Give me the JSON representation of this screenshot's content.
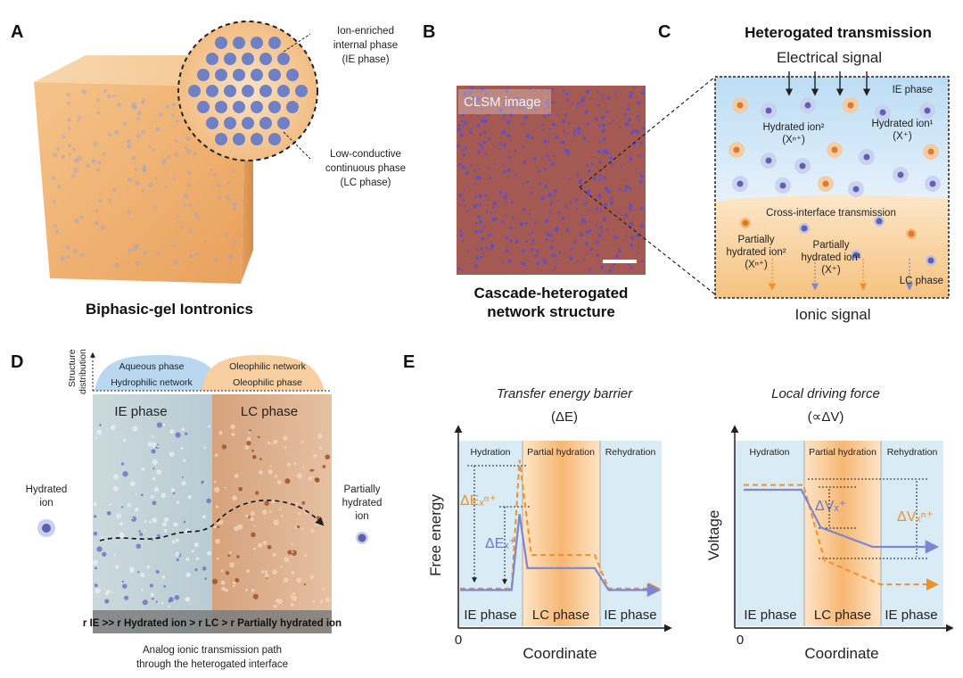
{
  "panelA": {
    "label": "A",
    "callout_ie_1": "Ion-enriched",
    "callout_ie_2": "internal phase",
    "callout_ie_3": "(IE phase)",
    "callout_lc_1": "Low-conductive",
    "callout_lc_2": "continuous phase",
    "callout_lc_3": "(LC phase)",
    "caption": "Biphasic-gel Iontronics"
  },
  "panelB": {
    "label": "B",
    "image_tag": "CLSM image",
    "caption_1": "Cascade-heterogated",
    "caption_2": "network structure"
  },
  "panelC": {
    "label": "C",
    "title": "Heterogated transmission",
    "top_signal": "Electrical signal",
    "bottom_signal": "Ionic signal",
    "ie_phase": "IE phase",
    "lc_phase": "LC phase",
    "hydrated_ion2": "Hydrated ion²",
    "hydrated_ion2_formula": "(Xⁿ⁺)",
    "hydrated_ion1": "Hydrated ion¹",
    "hydrated_ion1_formula": "(X⁺)",
    "cross": "Cross-interface transmission",
    "partial_ion2_a": "Partially",
    "partial_ion2_b": "hydrated ion²",
    "partial_ion2_formula": "(Xⁿ⁺)",
    "partial_ion1_a": "Partially",
    "partial_ion1_b": "hydrated ion¹",
    "partial_ion1_formula": "(X⁺)"
  },
  "panelD": {
    "label": "D",
    "structure_axis_1": "Structure",
    "structure_axis_2": "distribution",
    "aqueous": "Aqueous phase",
    "hydrophilic": "Hydrophilic network",
    "oleophilic_net": "Oleophilic network",
    "oleophilic_phase": "Oleophilic phase",
    "ie_phase": "IE phase",
    "lc_phase": "LC phase",
    "left_ion_1": "Hydrated",
    "left_ion_2": "ion",
    "right_ion_1": "Partially",
    "right_ion_2": "hydrated",
    "right_ion_3": "ion",
    "formula": "r IE >> r Hydrated ion > r LC > r Partially hydrated ion",
    "caption_1": "Analog ionic transmission path",
    "caption_2": "through the heterogated interface"
  },
  "panelE": {
    "label": "E",
    "left_title_1": "Transfer energy barrier",
    "left_title_2": "(ΔE)",
    "right_title_1": "Local driving force",
    "right_title_2": "(∝ΔV)",
    "region_hydration": "Hydration",
    "region_partial": "Partial hydration",
    "region_rehydration": "Rehydration",
    "phase_ie": "IE phase",
    "phase_lc": "LC phase",
    "origin": "0",
    "xlabel": "Coordinate",
    "ylabel_left": "Free energy",
    "ylabel_right": "Voltage",
    "dE_xn": "ΔEₓⁿ⁺",
    "dE_x": "ΔEₓ⁺",
    "dV_x": "ΔVₓ⁺",
    "dV_xn": "ΔVₓⁿ⁺"
  },
  "colors": {
    "orange": "#f0902a",
    "purple": "#7f86d0",
    "ie_blue": "#cfe6f6",
    "lc_orange": "#f9d6a8"
  },
  "chart_data": [
    {
      "type": "line",
      "title": "Transfer energy barrier (ΔE)",
      "xlabel": "Coordinate",
      "ylabel": "Free energy",
      "regions": [
        "Hydration",
        "Partial hydration",
        "Rehydration"
      ],
      "series": [
        {
          "name": "Xⁿ⁺",
          "x": [
            0,
            0.26,
            0.3,
            0.36,
            0.41,
            0.68,
            0.75,
            1.0
          ],
          "y": [
            0.05,
            0.05,
            0.93,
            0.28,
            0.28,
            0.28,
            0.05,
            0.05
          ]
        },
        {
          "name": "X⁺",
          "x": [
            0,
            0.26,
            0.3,
            0.34,
            0.41,
            0.68,
            0.75,
            1.0
          ],
          "y": [
            0.04,
            0.04,
            0.56,
            0.19,
            0.19,
            0.19,
            0.04,
            0.04
          ]
        }
      ]
    },
    {
      "type": "line",
      "title": "Local driving force (∝ΔV)",
      "xlabel": "Coordinate",
      "ylabel": "Voltage",
      "regions": [
        "Hydration",
        "Partial hydration",
        "Rehydration"
      ],
      "series": [
        {
          "name": "Xⁿ⁺",
          "x": [
            0,
            0.31,
            0.42,
            0.71,
            1.0
          ],
          "y": [
            0.9,
            0.9,
            0.28,
            0.08,
            0.08
          ]
        },
        {
          "name": "X⁺",
          "x": [
            0,
            0.3,
            0.4,
            0.67,
            1.0
          ],
          "y": [
            0.86,
            0.86,
            0.55,
            0.39,
            0.39
          ]
        }
      ]
    }
  ]
}
